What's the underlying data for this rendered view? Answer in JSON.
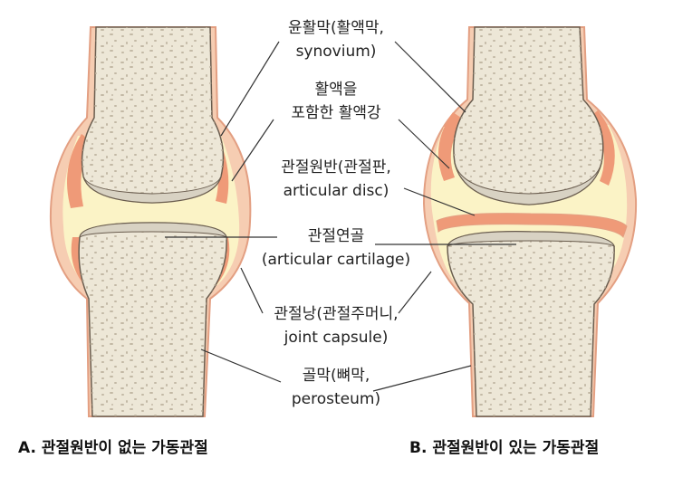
{
  "labels": {
    "synovium_1": "윤활막(활액막,",
    "synovium_2": "synovium)",
    "cavity_1": "활액을",
    "cavity_2": "포함한 활액강",
    "disc_1": "관절원반(관절판,",
    "disc_2": "articular disc)",
    "cartilage_1": "관절연골",
    "cartilage_2": "(articular cartilage)",
    "capsule_1": "관절낭(관절주머니,",
    "capsule_2": "joint capsule)",
    "periosteum_1": "골막(뼈막,",
    "periosteum_2": "perosteum)"
  },
  "captions": {
    "a": "A. 관절원반이 없는 가동관절",
    "b": "B. 관절원반이 있는 가동관절"
  },
  "colors": {
    "capsule_fill": "#f6cdb2",
    "capsule_edge": "#e39f82",
    "synovium": "#ef9a78",
    "synovium_inner": "#f8c7a8",
    "fluid": "#fbf3c6",
    "bone_fill": "#ede7d7",
    "bone_speckle": "#b8ad98",
    "cartilage": "#d8d2c3",
    "outline": "#6a5d4f"
  }
}
